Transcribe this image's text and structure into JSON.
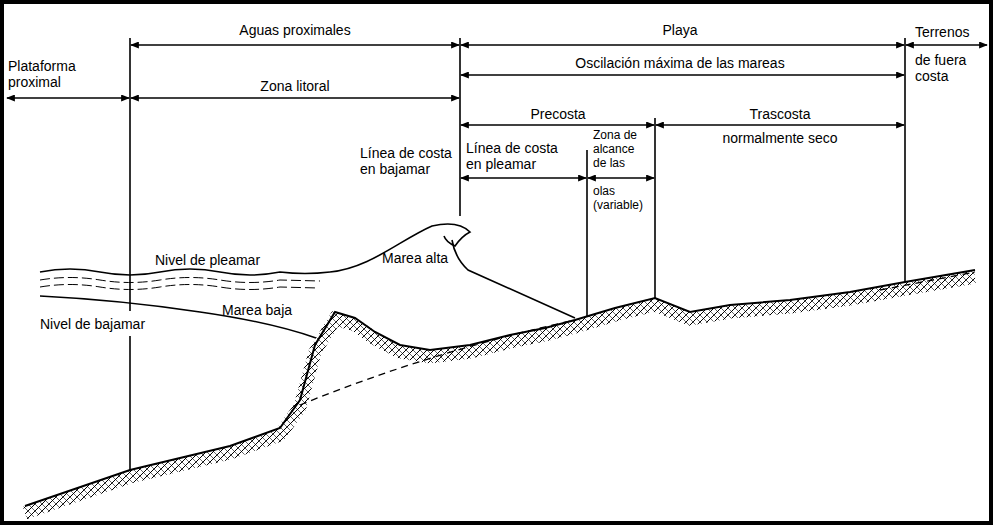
{
  "diagram": {
    "labels": [
      "Aguas proximales",
      "Playa",
      "Terrenos",
      "de fuera costa",
      "Plataforma proximal",
      "Zona litoral",
      "Oscilación máxima de las mareas",
      "Precosta",
      "Trascosta",
      "normalmente seco",
      "Línea de costa en bajamar",
      "Línea de costa en pleamar",
      "Zona de alcance de las",
      "olas (variable)",
      "Nivel de pleamar",
      "Marea alta",
      "Marea baja",
      "Nivel de bajamar"
    ]
  }
}
